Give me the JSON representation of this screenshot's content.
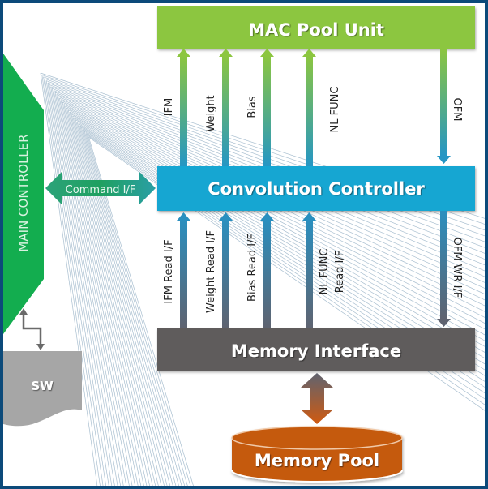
{
  "blocks": {
    "mac_pool": {
      "label": "MAC Pool Unit",
      "color": "#8cc63f"
    },
    "conv_ctrl": {
      "label": "Convolution Controller",
      "color": "#16a6d2"
    },
    "mem_if": {
      "label": "Memory Interface",
      "color": "#5f5b5b"
    },
    "mem_pool": {
      "label": "Memory Pool",
      "color": "#c55a11"
    },
    "main_ctrl": {
      "label": "MAIN CONTROLLER",
      "color": "#13ad4f"
    },
    "sw": {
      "label": "SW",
      "color": "#a6a6a6"
    }
  },
  "links": {
    "command_if": "Command I/F",
    "upper": [
      "IFM",
      "Weight",
      "Bias",
      "NL FUNC",
      "OFM"
    ],
    "lower": [
      "IFM Read I/F",
      "Weight  Read I/F",
      "Bias Read I/F",
      "NL FUNC",
      "Read I/F",
      "OFM WR I/F"
    ]
  },
  "colors": {
    "frame": "#0c4a7a",
    "hatch": "#9fb6c8"
  }
}
